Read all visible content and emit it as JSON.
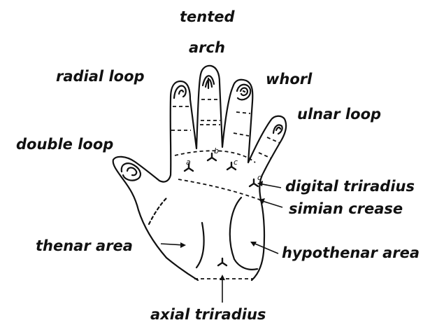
{
  "labels": {
    "tented_line1": "tented",
    "tented_line2": "arch",
    "radial_loop": "radial loop",
    "whorl": "whorl",
    "ulnar_loop": "ulnar loop",
    "double_loop": "double loop",
    "digital_triradius": "digital triradius",
    "simian_crease": "simian crease",
    "thenar_area": "thenar area",
    "hypothenar_area": "hypothenar area",
    "axial_triradius": "axial triradius"
  },
  "triradius_letters": {
    "a": "a",
    "b": "b",
    "c": "c",
    "d": "d"
  },
  "colors": {
    "ink": "#111111",
    "background": "#ffffff"
  }
}
